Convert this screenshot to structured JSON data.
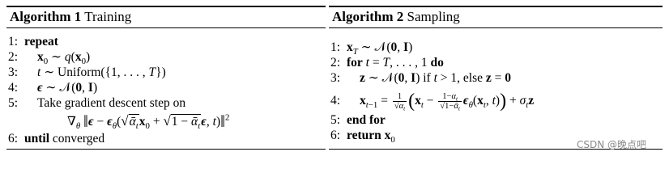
{
  "algo1": {
    "label": "Algorithm 1",
    "title": "Training",
    "lines": [
      {
        "num": "1:",
        "text": "repeat"
      },
      {
        "num": "2:"
      },
      {
        "num": "3:"
      },
      {
        "num": "4:"
      },
      {
        "num": "5:",
        "text": "Take gradient descent step on"
      },
      {
        "num": "6:",
        "kw": "until",
        "text": "converged"
      }
    ]
  },
  "algo2": {
    "label": "Algorithm 2",
    "title": "Sampling",
    "lines": [
      {
        "num": "1:"
      },
      {
        "num": "2:",
        "kw1": "for",
        "kw2": "do"
      },
      {
        "num": "3:",
        "text": "if",
        "text2": "else"
      },
      {
        "num": "4:"
      },
      {
        "num": "5:",
        "text": "end for"
      },
      {
        "num": "6:",
        "text": "return"
      }
    ]
  },
  "watermark": "CSDN @晚点吧"
}
